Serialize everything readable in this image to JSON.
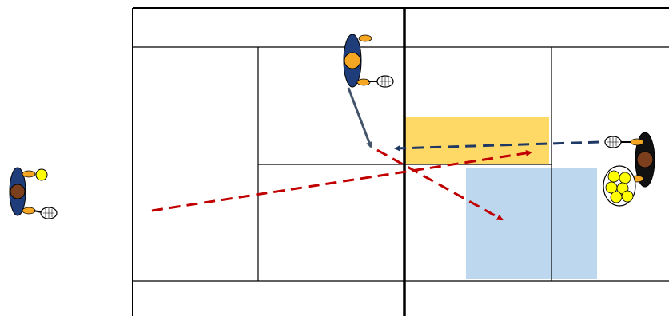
{
  "colors": {
    "background": "#ffffff",
    "court_lines": "#000000",
    "net": "#000000",
    "zone_yellow": "#ffd966",
    "zone_blue": "#bdd7ee",
    "arrow_red": "#c00000",
    "arrow_navy": "#1f3864",
    "arrow_slate": "#44546a",
    "player_body": "#1f3d7a",
    "player_head": "#7b3f1e",
    "player_arm": "#f5a623",
    "ball": "#ffff00",
    "ball_basket": "#ffffff"
  },
  "diagram": {
    "players": [
      {
        "id": "net-player-top",
        "icon": "player-with-racket-icon"
      },
      {
        "id": "baseline-player-left",
        "icon": "player-with-racket-icon"
      },
      {
        "id": "feeder-right",
        "icon": "player-with-racket-icon"
      }
    ],
    "objects": [
      {
        "id": "ball-basket",
        "icon": "ball-basket-icon",
        "ball_count": 6
      },
      {
        "id": "ball-left",
        "icon": "tennis-ball-icon"
      }
    ],
    "zones": [
      {
        "id": "target-zone-yellow",
        "color": "zone_yellow"
      },
      {
        "id": "target-zone-blue",
        "color": "zone_blue"
      }
    ],
    "arrows": [
      {
        "id": "feed-arrow",
        "style": "dashed",
        "color": "arrow_navy"
      },
      {
        "id": "cross-court-arrow",
        "style": "dashed",
        "color": "arrow_red"
      },
      {
        "id": "volley-arrow",
        "style": "dashed",
        "color": "arrow_red"
      },
      {
        "id": "move-arrow",
        "style": "solid",
        "color": "arrow_slate"
      }
    ]
  }
}
